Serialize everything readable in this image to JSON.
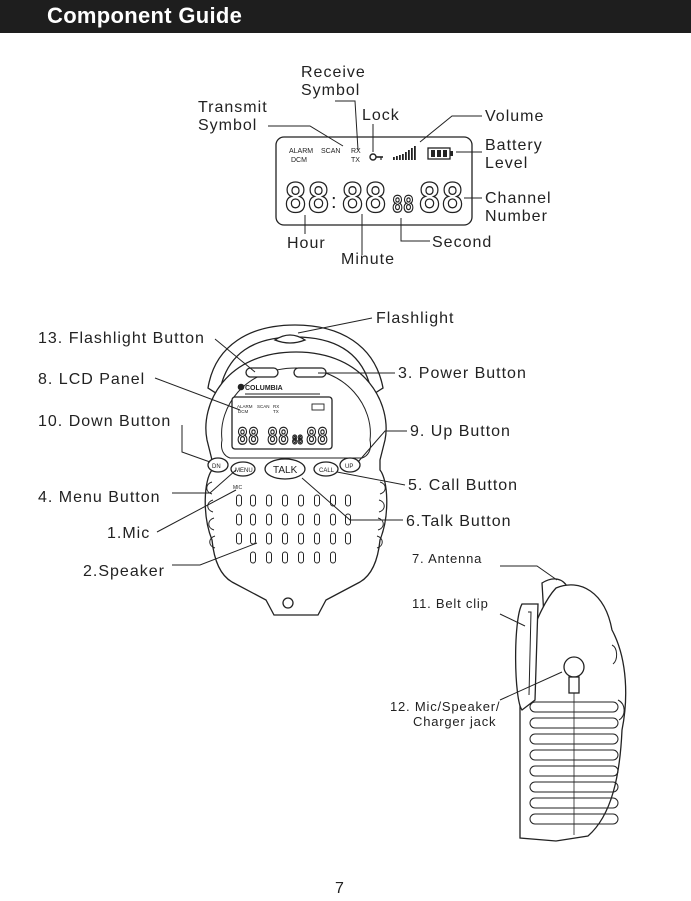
{
  "header": {
    "title": "Component Guide"
  },
  "lcd_diagram": {
    "labels": {
      "receive_symbol": "Receive\nSymbol",
      "transmit_symbol": "Transmit\nSymbol",
      "lock": "Lock",
      "volume": "Volume",
      "battery_level": "Battery\nLevel",
      "channel_number": "Channel\nNumber",
      "hour": "Hour",
      "minute": "Minute",
      "second": "Second"
    },
    "screen": {
      "alarm": "ALARM",
      "dcm": "DCM",
      "scan": "SCAN",
      "rx": "RX",
      "tx": "TX",
      "digits_hour": "88",
      "digits_minute": "88",
      "digits_second": "88",
      "digits_channel": "88",
      "colon": ":"
    }
  },
  "front_diagram": {
    "labels": {
      "flashlight": "Flashlight",
      "flashlight_button": "13. Flashlight Button",
      "lcd_panel": "8. LCD Panel",
      "down_button": "10. Down Button",
      "menu_button": "4. Menu Button",
      "mic": "1.Mic",
      "speaker": "2.Speaker",
      "power_button": "3. Power Button",
      "up_button": "9. Up Button",
      "call_button": "5. Call Button",
      "talk_button": "6.Talk Button"
    },
    "device": {
      "brand": "COLUMBIA",
      "keys": {
        "dn": "DN",
        "menu": "MENU",
        "talk": "TALK",
        "call": "CALL",
        "up": "UP",
        "mic": "MIC"
      }
    }
  },
  "side_diagram": {
    "labels": {
      "antenna": "7. Antenna",
      "belt_clip": "11. Belt clip",
      "jack_line1": "12. Mic/Speaker/",
      "jack_line2": "Charger  jack"
    }
  },
  "page_number": "7"
}
